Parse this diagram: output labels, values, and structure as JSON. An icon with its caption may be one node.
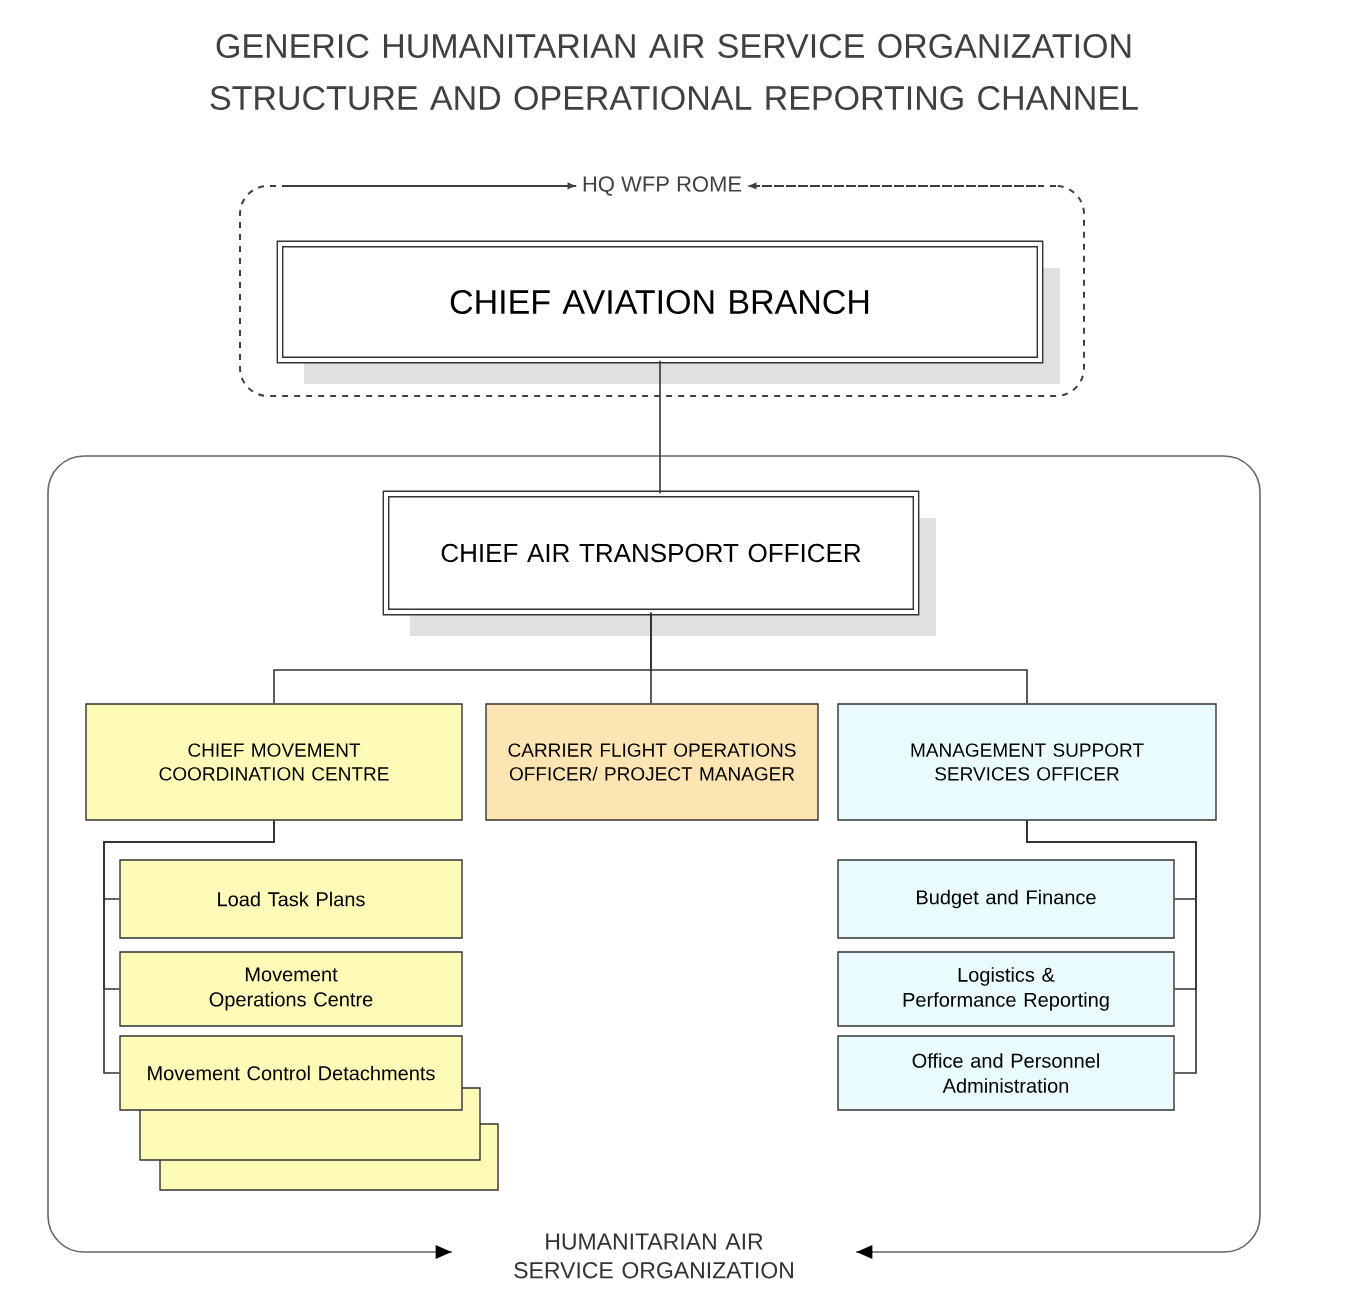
{
  "diagram": {
    "title": "GENERIC HUMANITARIAN AIR SERVICE ORGANIZATION STRUCTURE AND OPERATIONAL REPORTING CHANNEL",
    "nodes": [
      {
        "text": [
          "HQ WFP ROME"
        ]
      },
      {
        "text": [
          "CHIEF AVIATION BRANCH"
        ],
        "in": 0
      },
      {
        "text": [
          "HUMANITARIAN AIR SERVICE ORGANIZATION"
        ]
      },
      {
        "text": [
          "CHIEF AIR TRANSPORT OFFICER"
        ],
        "in": 2
      },
      {
        "text": [
          "CHIEF MOVEMENT COORDINATION CENTRE"
        ],
        "in": 2
      },
      {
        "text": [
          "CARRIER FLIGHT OPERATIONS OFFICER/ PROJECT MANAGER"
        ],
        "in": 2
      },
      {
        "text": [
          "MANAGEMENT SUPPORT SERVICES OFFICER"
        ],
        "in": 2
      },
      {
        "text": [
          "Load Task Plans"
        ],
        "in": 2
      },
      {
        "text": [
          "Movement Operations Centre"
        ],
        "in": 2
      },
      {
        "text": [
          "Movement Control Detachments"
        ],
        "in": 2
      },
      {
        "text": [],
        "shape": "box",
        "in": 2
      },
      {
        "text": [],
        "shape": "box",
        "in": 2
      },
      {
        "text": [
          "Budget and Finance"
        ],
        "in": 2
      },
      {
        "text": [
          "Logistics & Performance Reporting"
        ],
        "in": 2
      },
      {
        "text": [
          "Office and Personnel Administration"
        ],
        "in": 2
      }
    ],
    "edges": [
      {
        "from": 1,
        "to": 3,
        "arrow": "none"
      },
      {
        "from": 3,
        "to": 4,
        "arrow": "none"
      },
      {
        "from": 3,
        "to": 5,
        "arrow": "none"
      },
      {
        "from": 3,
        "to": 6,
        "arrow": "none"
      },
      {
        "from": 4,
        "to": 7,
        "arrow": "none"
      },
      {
        "from": 4,
        "to": 8,
        "arrow": "none"
      },
      {
        "from": 4,
        "to": 9,
        "arrow": "none"
      },
      {
        "from": 6,
        "to": 12,
        "arrow": "none"
      },
      {
        "from": 6,
        "to": 13,
        "arrow": "none"
      },
      {
        "from": 6,
        "to": 14,
        "arrow": "none"
      }
    ]
  }
}
